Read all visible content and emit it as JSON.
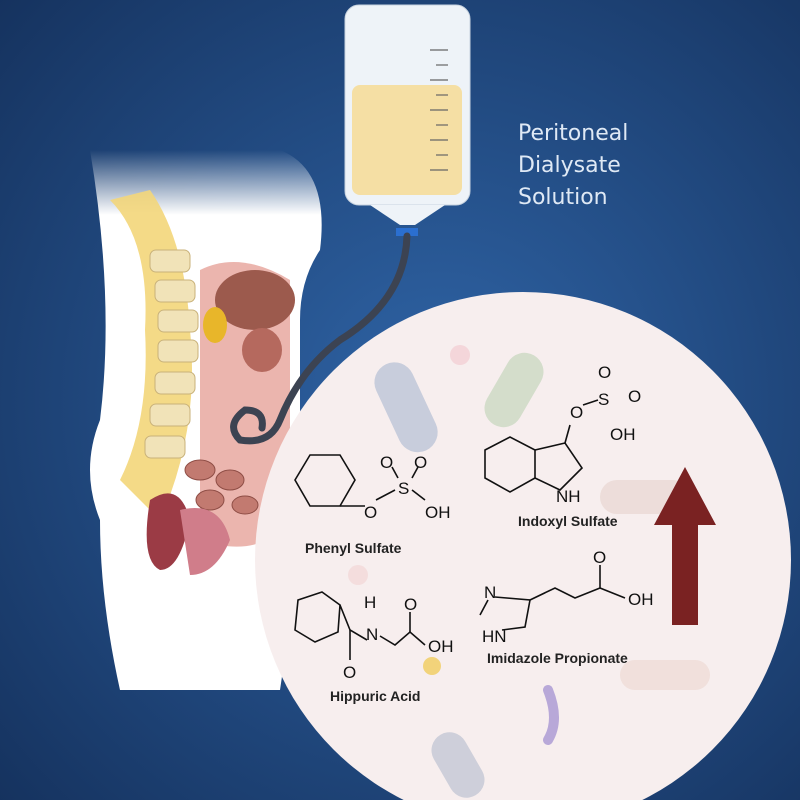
{
  "title_lines": [
    "Peritoneal",
    "Dialysate",
    "Solution"
  ],
  "compounds": {
    "phenyl_sulfate": {
      "name": "Phenyl Sulfate",
      "atoms": [
        "O",
        "O",
        "S",
        "O",
        "OH"
      ]
    },
    "indoxyl_sulfate": {
      "name": "Indoxyl Sulfate",
      "atoms": [
        "O",
        "S",
        "O",
        "O",
        "OH",
        "NH"
      ]
    },
    "hippuric_acid": {
      "name": "Hippuric Acid",
      "atoms": [
        "H",
        "N",
        "O",
        "O",
        "OH"
      ]
    },
    "imidazole_propionate": {
      "name": "Imidazole Propionate",
      "atoms": [
        "N",
        "HN",
        "O",
        "OH"
      ]
    }
  },
  "colors": {
    "background": "#1d447c",
    "arrow": "#7a2222",
    "fluid": "#f5dfa4",
    "circle": "#f7eeee"
  }
}
